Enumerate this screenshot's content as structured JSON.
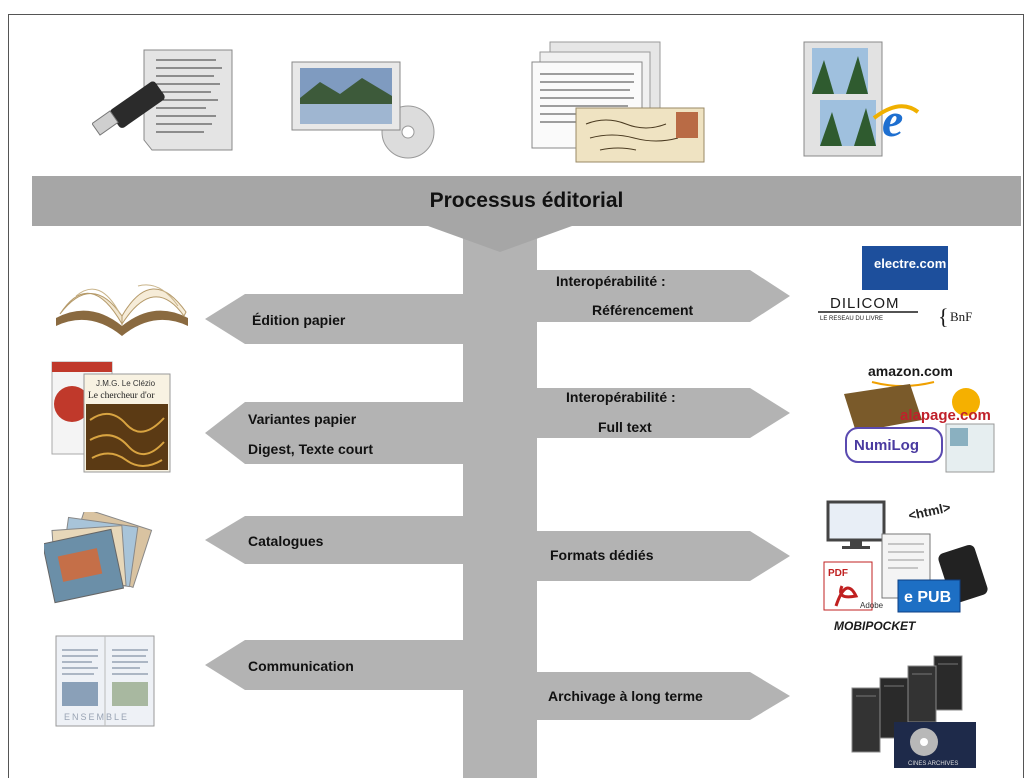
{
  "diagram": {
    "title": "Processus éditorial",
    "left_outputs": [
      {
        "label": "Édition papier"
      },
      {
        "line1": "Variantes papier",
        "line2": "Digest, Texte court"
      },
      {
        "label": "Catalogues"
      },
      {
        "label": "Communication"
      }
    ],
    "right_outputs": [
      {
        "line1": "Interopérabilité :",
        "line2": "Référencement"
      },
      {
        "line1": "Interopérabilité :",
        "line2": "Full text"
      },
      {
        "label": "Formats dédiés"
      },
      {
        "label": "Archivage à long terme"
      }
    ],
    "logos": {
      "electre": "electre.com",
      "dilicom": "DILICOM",
      "dilicom_sub": "LE RESEAU DU LIVRE",
      "bnf": "BnF",
      "amazon": "amazon.com",
      "alapage": "alapage.com",
      "numilog": "NumiLog",
      "html": "<html>",
      "pdf": "PDF",
      "adobe": "Adobe",
      "epub": "e PUB",
      "mobipocket": "MOBIPOCKET",
      "cines": "CINES ARCHIVES"
    },
    "book_cover": {
      "author": "J.M.G. Le Clézio",
      "title": "Le chercheur d'or"
    },
    "colors": {
      "arrow": "#b3b3b3",
      "banner": "#a6a6a6",
      "text": "#111111"
    }
  }
}
